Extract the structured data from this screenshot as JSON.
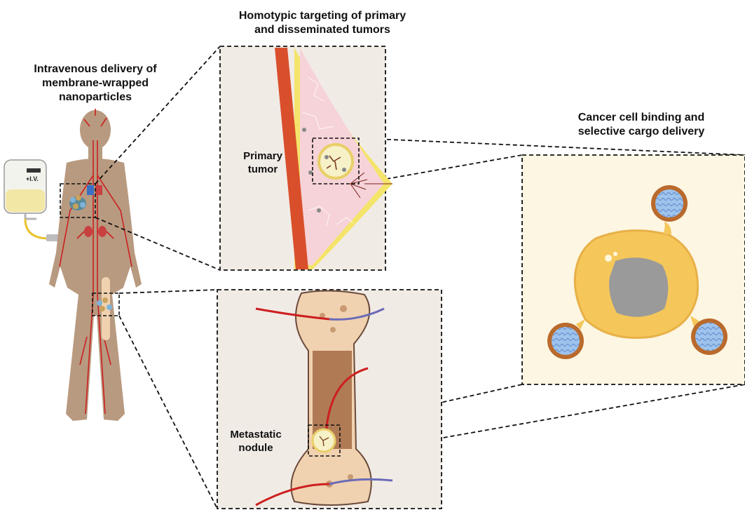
{
  "captions": {
    "iv_delivery": "Intravenous delivery of membrane-wrapped nanoparticles",
    "iv_line1": "Intravenous delivery of",
    "iv_line2": "membrane-wrapped",
    "iv_line3": "nanoparticles",
    "homotypic_line1": "Homotypic targeting of primary",
    "homotypic_line2": "and disseminated tumors",
    "binding_line1": "Cancer cell binding and",
    "binding_line2": "selective cargo delivery"
  },
  "labels": {
    "primary_line1": "Primary",
    "primary_line2": "tumor",
    "meta_line1": "Metastatic",
    "meta_line2": "nodule",
    "iv_bag": "+I.V."
  },
  "colors": {
    "skin": "#b89a80",
    "vessel": "#cc1f1f",
    "panel_bg": "#f1ebe6",
    "cell_panel_bg": "#fcf6e2",
    "cell": "#f5c75a",
    "nucleus": "#9a9a9a",
    "breast_tissue": "#f6d3d8",
    "fat": "#f4e46a",
    "bone": "#f0d2b0",
    "marrow": "#b07a55",
    "nanoparticle_core": "#9ec3ec",
    "nanoparticle_shell": "#b96a2c"
  }
}
